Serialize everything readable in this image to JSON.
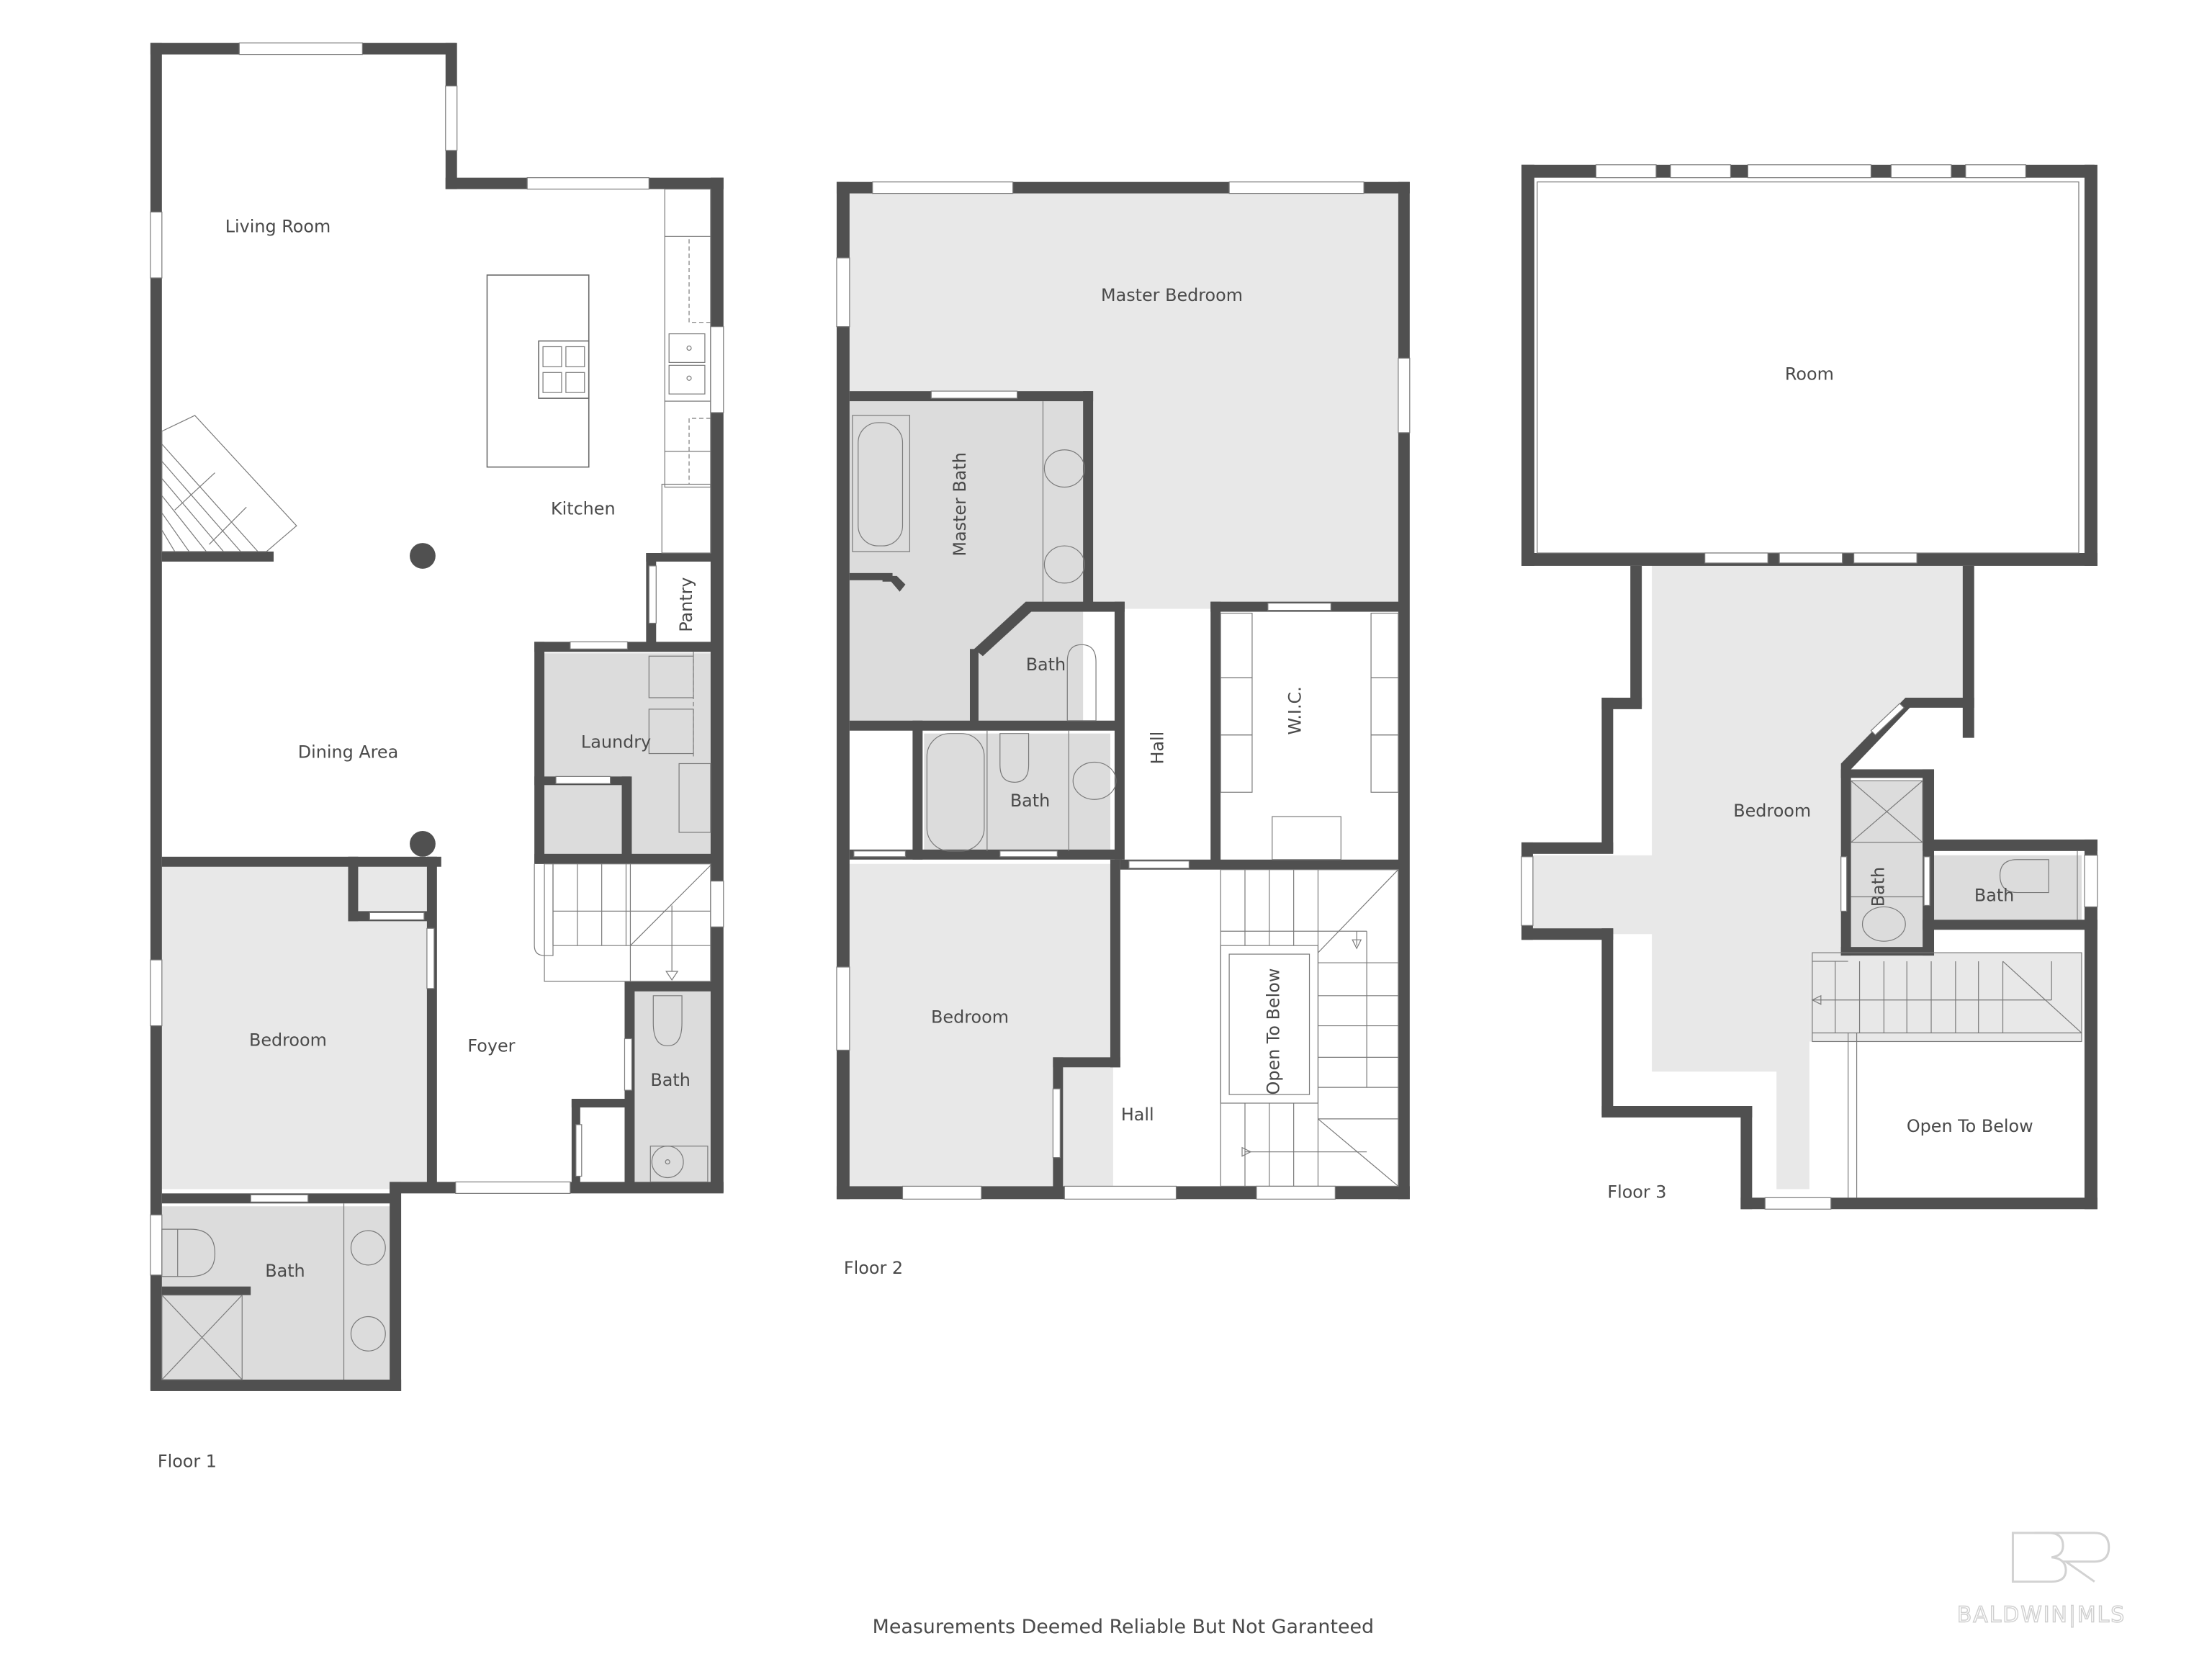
{
  "floors": [
    {
      "label": "Floor 1",
      "rooms": {
        "living_room": "Living Room",
        "kitchen": "Kitchen",
        "pantry": "Pantry",
        "dining_area": "Dining Area",
        "laundry": "Laundry",
        "bedroom": "Bedroom",
        "foyer": "Foyer",
        "half_bath": "Bath",
        "bath": "Bath"
      }
    },
    {
      "label": "Floor 2",
      "rooms": {
        "master_bedroom": "Master Bedroom",
        "master_bath": "Master Bath",
        "master_wc": "Bath",
        "bath": "Bath",
        "hall_upper": "Hall",
        "wic": "W.I.C.",
        "open_to_below": "Open To Below",
        "bedroom": "Bedroom",
        "hall_lower": "Hall"
      }
    },
    {
      "label": "Floor 3",
      "rooms": {
        "room": "Room",
        "bedroom": "Bedroom",
        "bath_vertical": "Bath",
        "bath": "Bath",
        "open_to_below": "Open To Below"
      }
    }
  ],
  "footer": {
    "disclaimer": "Measurements Deemed Reliable But Not Garanteed"
  },
  "logo": {
    "mark": "BR",
    "text": "BALDWIN|MLS"
  },
  "colors": {
    "wall": "#505050",
    "room_fill": "#e8e8e8",
    "bath_fill": "#dcdcdc",
    "text": "#4a4a4a"
  }
}
